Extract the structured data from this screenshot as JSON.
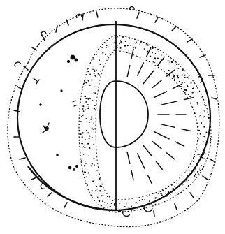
{
  "figure": {
    "ink_color": "#111111",
    "background_color": "#ffffff",
    "parts": [
      "outer-dotted-halo",
      "spherical-body",
      "left-hemisphere-shell-surface",
      "cut-away-granular-layer",
      "inner-nucleus",
      "radial-dash-rays",
      "central-vertical-axis"
    ]
  }
}
